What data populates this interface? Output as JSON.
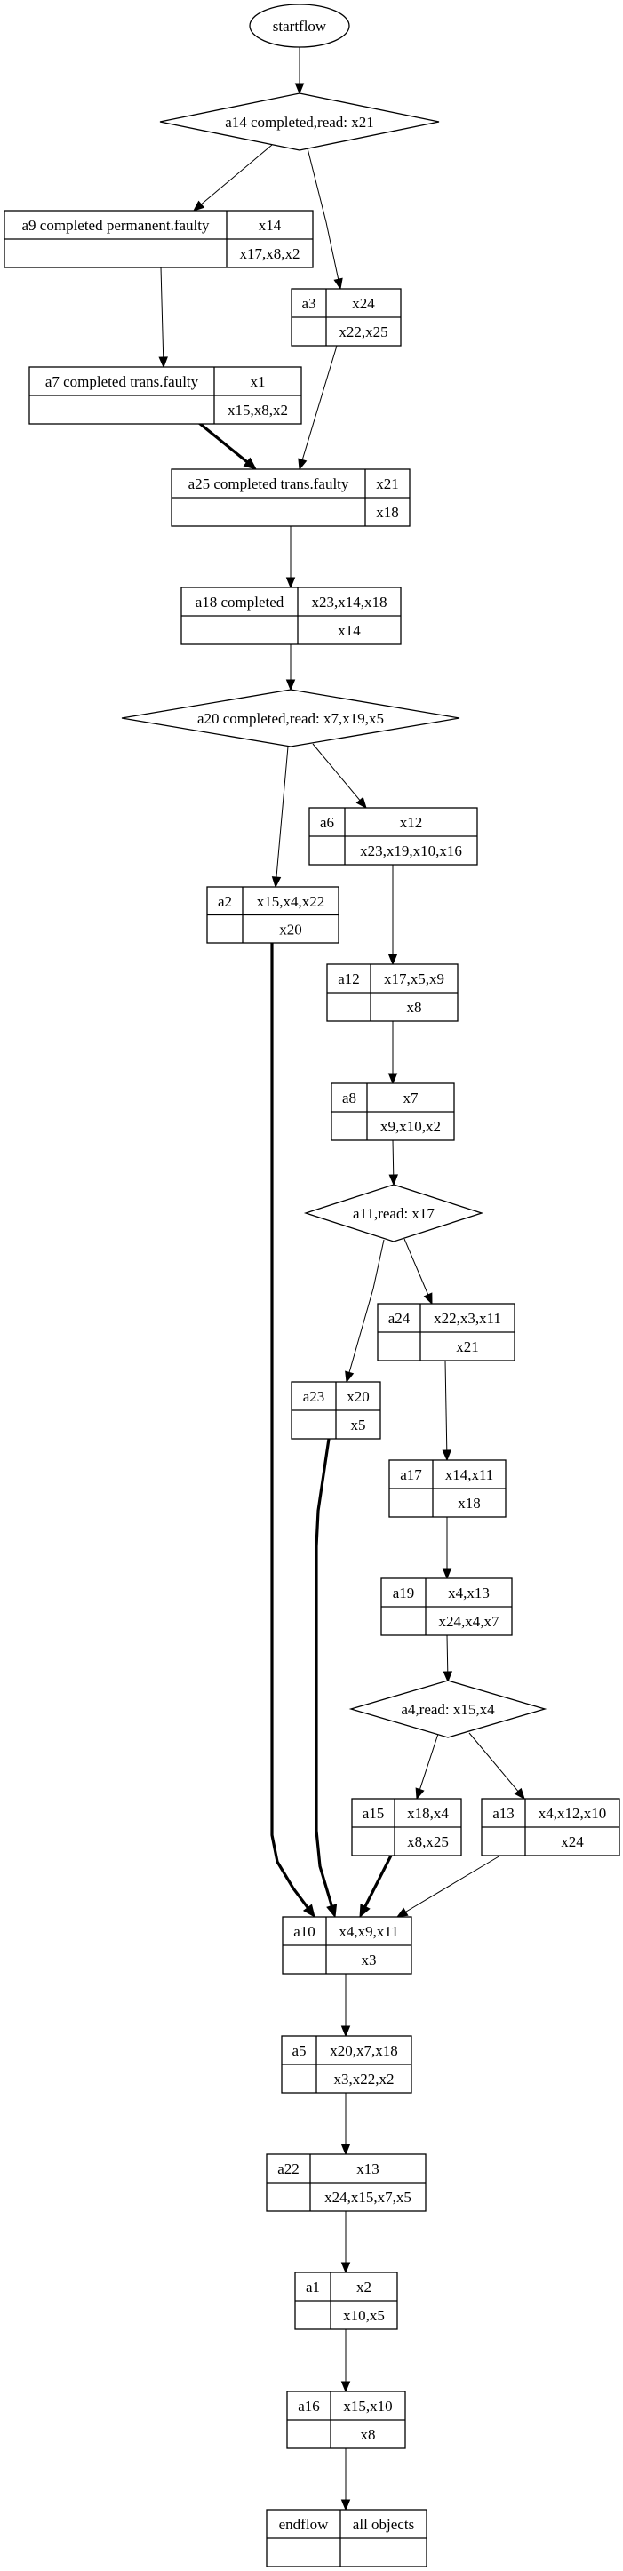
{
  "diagram": {
    "type": "workflow-flowchart",
    "colors": {
      "background": "#ffffff",
      "stroke": "#000000",
      "text": "#000000"
    },
    "nodes": [
      {
        "id": "startflow",
        "shape": "ellipse",
        "label": "startflow"
      },
      {
        "id": "a14",
        "shape": "diamond",
        "label": "a14 completed,read: x21"
      },
      {
        "id": "a9",
        "shape": "record",
        "name": "a9 completed permanent.faulty",
        "reads": "x14",
        "writes": "x17,x8,x2"
      },
      {
        "id": "a3",
        "shape": "record",
        "name": "a3",
        "reads": "x24",
        "writes": "x22,x25"
      },
      {
        "id": "a7",
        "shape": "record",
        "name": "a7 completed trans.faulty",
        "reads": "x1",
        "writes": "x15,x8,x2"
      },
      {
        "id": "a25",
        "shape": "record",
        "name": "a25 completed trans.faulty",
        "reads": "x21",
        "writes": "x18"
      },
      {
        "id": "a18",
        "shape": "record",
        "name": "a18 completed",
        "reads": "x23,x14,x18",
        "writes": "x14"
      },
      {
        "id": "a20",
        "shape": "diamond",
        "label": "a20 completed,read: x7,x19,x5"
      },
      {
        "id": "a6",
        "shape": "record",
        "name": "a6",
        "reads": "x12",
        "writes": "x23,x19,x10,x16"
      },
      {
        "id": "a2",
        "shape": "record",
        "name": "a2",
        "reads": "x15,x4,x22",
        "writes": "x20"
      },
      {
        "id": "a12",
        "shape": "record",
        "name": "a12",
        "reads": "x17,x5,x9",
        "writes": "x8"
      },
      {
        "id": "a8",
        "shape": "record",
        "name": "a8",
        "reads": "x7",
        "writes": "x9,x10,x2"
      },
      {
        "id": "a11",
        "shape": "diamond",
        "label": "a11,read: x17"
      },
      {
        "id": "a24",
        "shape": "record",
        "name": "a24",
        "reads": "x22,x3,x11",
        "writes": "x21"
      },
      {
        "id": "a23",
        "shape": "record",
        "name": "a23",
        "reads": "x20",
        "writes": "x5"
      },
      {
        "id": "a17",
        "shape": "record",
        "name": "a17",
        "reads": "x14,x11",
        "writes": "x18"
      },
      {
        "id": "a19",
        "shape": "record",
        "name": "a19",
        "reads": "x4,x13",
        "writes": "x24,x4,x7"
      },
      {
        "id": "a4",
        "shape": "diamond",
        "label": "a4,read: x15,x4"
      },
      {
        "id": "a15",
        "shape": "record",
        "name": "a15",
        "reads": "x18,x4",
        "writes": "x8,x25"
      },
      {
        "id": "a13",
        "shape": "record",
        "name": "a13",
        "reads": "x4,x12,x10",
        "writes": "x24"
      },
      {
        "id": "a10",
        "shape": "record",
        "name": "a10",
        "reads": "x4,x9,x11",
        "writes": "x3"
      },
      {
        "id": "a5",
        "shape": "record",
        "name": "a5",
        "reads": "x20,x7,x18",
        "writes": "x3,x22,x2"
      },
      {
        "id": "a22",
        "shape": "record",
        "name": "a22",
        "reads": "x13",
        "writes": "x24,x15,x7,x5"
      },
      {
        "id": "a1",
        "shape": "record",
        "name": "a1",
        "reads": "x2",
        "writes": "x10,x5"
      },
      {
        "id": "a16",
        "shape": "record",
        "name": "a16",
        "reads": "x15,x10",
        "writes": "x8"
      },
      {
        "id": "endflow",
        "shape": "record",
        "name": "endflow",
        "reads": "all objects",
        "writes": ""
      }
    ],
    "edges": [
      {
        "from": "startflow",
        "to": "a14",
        "bold": false
      },
      {
        "from": "a14",
        "to": "a9",
        "bold": false
      },
      {
        "from": "a14",
        "to": "a3",
        "bold": false
      },
      {
        "from": "a9",
        "to": "a7",
        "bold": false
      },
      {
        "from": "a7",
        "to": "a25",
        "bold": true
      },
      {
        "from": "a3",
        "to": "a25",
        "bold": false
      },
      {
        "from": "a25",
        "to": "a18",
        "bold": false
      },
      {
        "from": "a18",
        "to": "a20",
        "bold": false
      },
      {
        "from": "a20",
        "to": "a2",
        "bold": false
      },
      {
        "from": "a20",
        "to": "a6",
        "bold": false
      },
      {
        "from": "a6",
        "to": "a12",
        "bold": false
      },
      {
        "from": "a12",
        "to": "a8",
        "bold": false
      },
      {
        "from": "a8",
        "to": "a11",
        "bold": false
      },
      {
        "from": "a11",
        "to": "a23",
        "bold": false
      },
      {
        "from": "a11",
        "to": "a24",
        "bold": false
      },
      {
        "from": "a24",
        "to": "a17",
        "bold": false
      },
      {
        "from": "a17",
        "to": "a19",
        "bold": false
      },
      {
        "from": "a19",
        "to": "a4",
        "bold": false
      },
      {
        "from": "a4",
        "to": "a15",
        "bold": false
      },
      {
        "from": "a4",
        "to": "a13",
        "bold": false
      },
      {
        "from": "a2",
        "to": "a10",
        "bold": true
      },
      {
        "from": "a23",
        "to": "a10",
        "bold": true
      },
      {
        "from": "a15",
        "to": "a10",
        "bold": true
      },
      {
        "from": "a13",
        "to": "a10",
        "bold": false
      },
      {
        "from": "a10",
        "to": "a5",
        "bold": false
      },
      {
        "from": "a5",
        "to": "a22",
        "bold": false
      },
      {
        "from": "a22",
        "to": "a1",
        "bold": false
      },
      {
        "from": "a1",
        "to": "a16",
        "bold": false
      },
      {
        "from": "a16",
        "to": "endflow",
        "bold": false
      }
    ]
  }
}
